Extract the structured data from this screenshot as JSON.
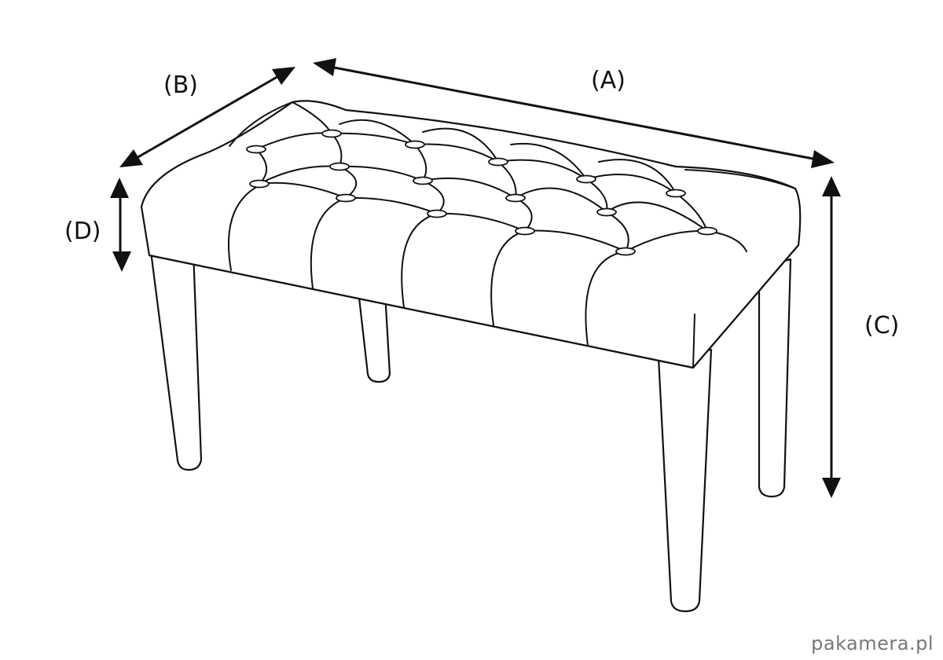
{
  "diagram": {
    "labels": {
      "a": "(A)",
      "b": "(B)",
      "c": "(C)",
      "d": "(D)"
    },
    "watermark": "pakamera.pl",
    "colors": {
      "stroke": "#111111",
      "background": "#ffffff",
      "watermark": "#777777"
    }
  }
}
